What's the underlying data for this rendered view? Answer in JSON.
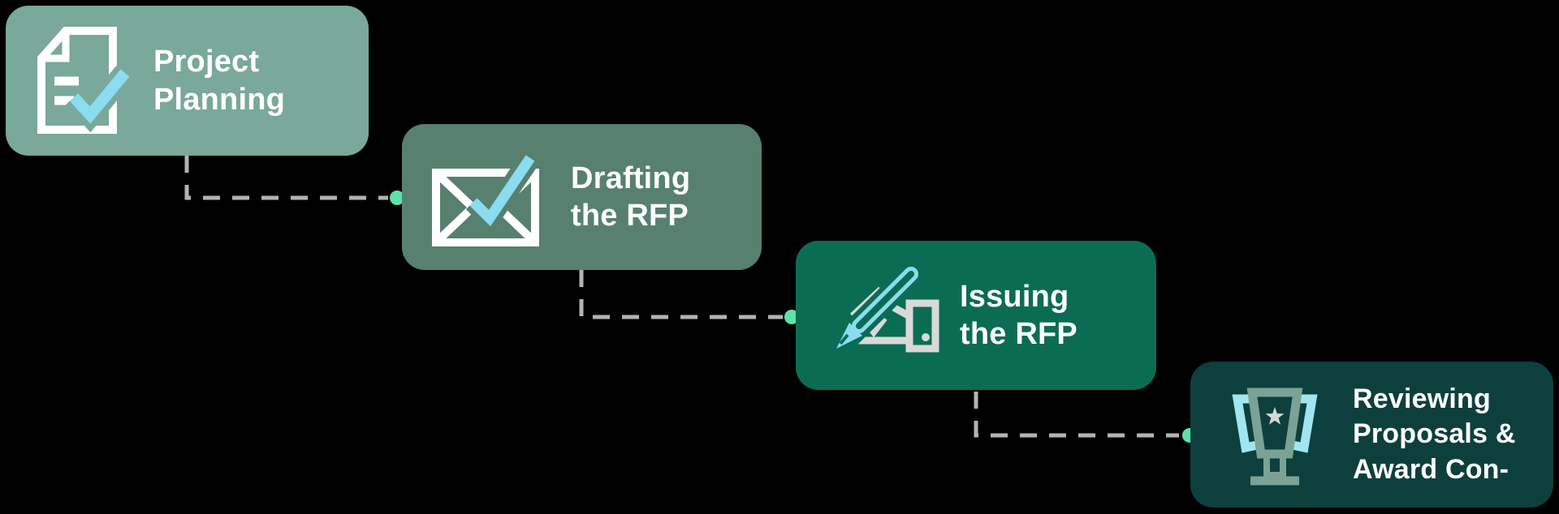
{
  "diagram_type": "process-flow",
  "steps": [
    {
      "label_lines": [
        "Project",
        "Planning"
      ],
      "icon": "document-check-icon",
      "bg_color": "#7AA89A"
    },
    {
      "label_lines": [
        "Drafting",
        "the RFP"
      ],
      "icon": "envelope-check-icon",
      "bg_color": "#57806F"
    },
    {
      "label_lines": [
        "Issuing",
        "the RFP"
      ],
      "icon": "pen-signing-icon",
      "bg_color": "#0B6C54"
    },
    {
      "label_lines": [
        "Reviewing",
        "Proposals &",
        "Award Con-"
      ],
      "icon": "trophy-icon",
      "bg_color": "#0D403D"
    }
  ],
  "connector": {
    "line_color": "#B3B3B3",
    "dot_color": "#5BE3A9"
  },
  "colors": {
    "canvas_bg": "#000000",
    "text_color": "#FFFFFF",
    "check_blue": "#8ADCF1",
    "icon_white": "#FFFFFF",
    "hand_gray": "#D9D9D9",
    "trophy_cup_sage": "#7BA294",
    "trophy_handle_blue": "#A0E6F2",
    "star_gray": "#D6D9D8"
  }
}
